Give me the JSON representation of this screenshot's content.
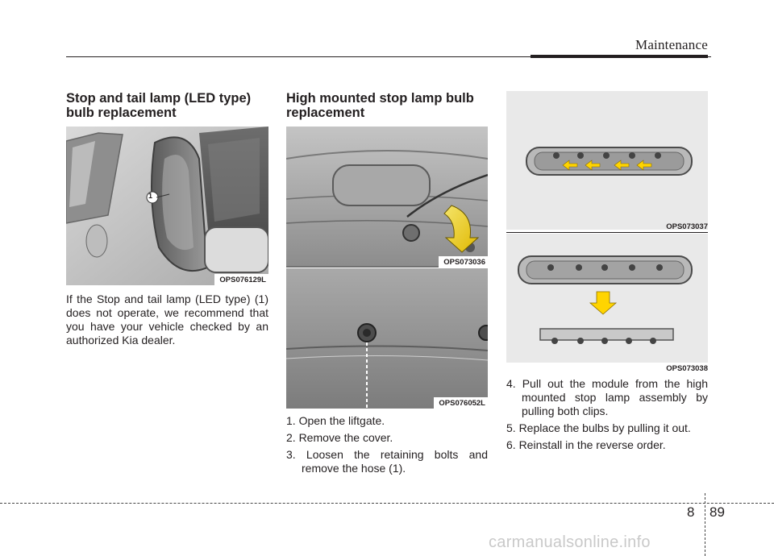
{
  "header": {
    "section": "Maintenance"
  },
  "col1": {
    "heading": "Stop and tail lamp (LED type) bulb replacement",
    "figure": {
      "code": "OPS076129L",
      "callout": "1"
    },
    "paragraph": "If the Stop and tail lamp (LED type) (1) does not operate, we recommend that you have your vehicle checked by an authorized Kia dealer."
  },
  "col2": {
    "heading": "High mounted stop lamp bulb replacement",
    "figure_top": {
      "code": "OPS073036"
    },
    "figure_bottom": {
      "code": "OPS076052L"
    },
    "steps": [
      "1. Open the liftgate.",
      "2. Remove the cover.",
      "3. Loosen the retaining bolts and remove the hose (1)."
    ]
  },
  "col3": {
    "figure_top": {
      "code": "OPS073037"
    },
    "figure_bottom": {
      "code": "OPS073038"
    },
    "steps": [
      "4. Pull out the module from the high mounted stop lamp assembly by pulling both clips.",
      "5. Replace the bulbs by pulling it out.",
      "6. Reinstall in the reverse order."
    ]
  },
  "footer": {
    "chapter": "8",
    "page": "89",
    "watermark": "carmanualsonline.info"
  }
}
